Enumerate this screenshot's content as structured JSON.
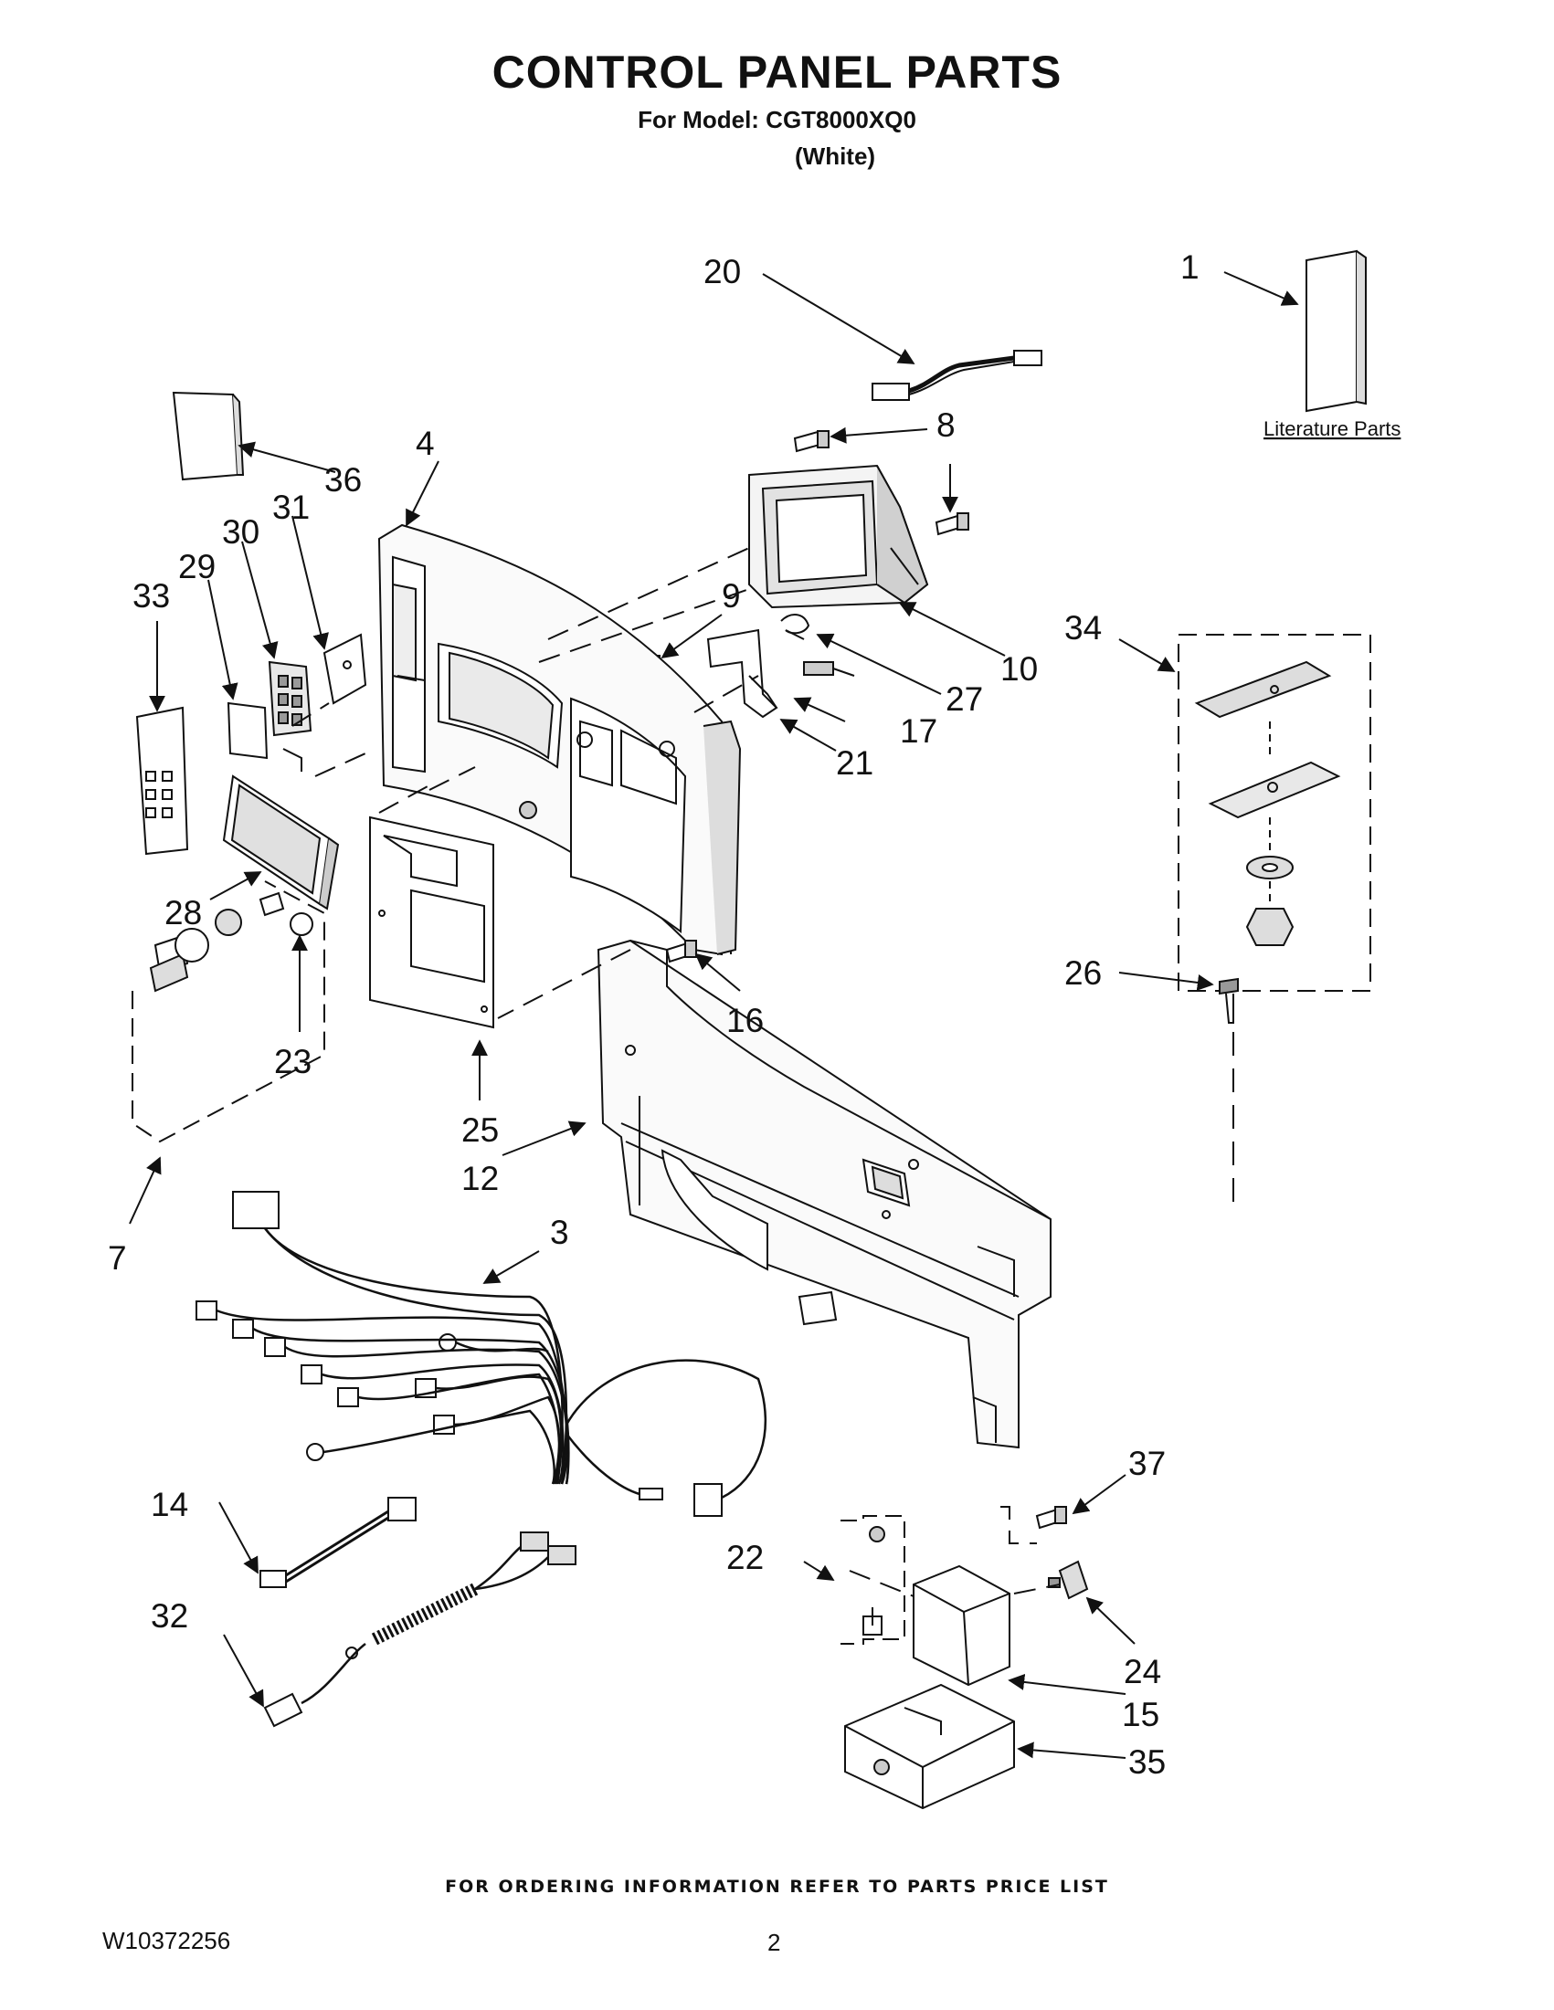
{
  "header": {
    "title": "CONTROL PANEL PARTS",
    "model_line": "For Model: CGT8000XQ0",
    "color_line": "(White)"
  },
  "literature_label": "Literature Parts",
  "callouts": [
    {
      "id": "c1",
      "label": "1"
    },
    {
      "id": "c3",
      "label": "3"
    },
    {
      "id": "c4",
      "label": "4"
    },
    {
      "id": "c7",
      "label": "7"
    },
    {
      "id": "c8",
      "label": "8"
    },
    {
      "id": "c9",
      "label": "9"
    },
    {
      "id": "c10",
      "label": "10"
    },
    {
      "id": "c12",
      "label": "12"
    },
    {
      "id": "c14",
      "label": "14"
    },
    {
      "id": "c15",
      "label": "15"
    },
    {
      "id": "c16",
      "label": "16"
    },
    {
      "id": "c17",
      "label": "17"
    },
    {
      "id": "c20",
      "label": "20"
    },
    {
      "id": "c21",
      "label": "21"
    },
    {
      "id": "c22",
      "label": "22"
    },
    {
      "id": "c23",
      "label": "23"
    },
    {
      "id": "c24",
      "label": "24"
    },
    {
      "id": "c25",
      "label": "25"
    },
    {
      "id": "c26",
      "label": "26"
    },
    {
      "id": "c27",
      "label": "27"
    },
    {
      "id": "c28",
      "label": "28"
    },
    {
      "id": "c29",
      "label": "29"
    },
    {
      "id": "c30",
      "label": "30"
    },
    {
      "id": "c31",
      "label": "31"
    },
    {
      "id": "c32",
      "label": "32"
    },
    {
      "id": "c33",
      "label": "33"
    },
    {
      "id": "c34",
      "label": "34"
    },
    {
      "id": "c35",
      "label": "35"
    },
    {
      "id": "c36",
      "label": "36"
    },
    {
      "id": "c37",
      "label": "37"
    }
  ],
  "footer": {
    "ordering_note": "FOR ORDERING INFORMATION REFER TO PARTS PRICE LIST",
    "document_number": "W10372256",
    "page_number": "2"
  }
}
